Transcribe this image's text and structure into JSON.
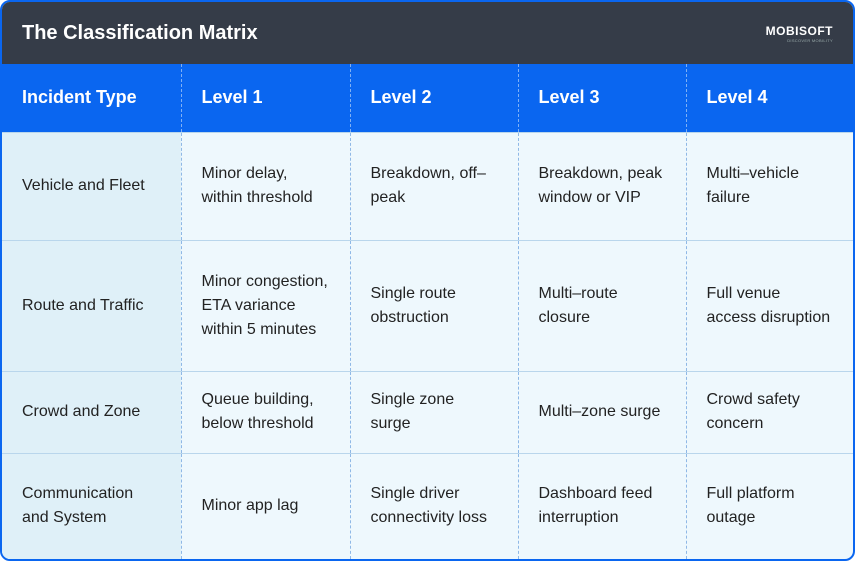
{
  "title": "The Classification Matrix",
  "logo": {
    "name": "MOBISOFT",
    "tagline": "DISCOVER MOBILITY"
  },
  "colors": {
    "header_dark": "#353c48",
    "accent": "#0a66f0",
    "first_col": "#dff0f8",
    "cell": "#eef8fd"
  },
  "headers": [
    "Incident Type",
    "Level 1",
    "Level 2",
    "Level 3",
    "Level 4"
  ],
  "rows": [
    {
      "type": "Vehicle and Fleet",
      "cells": [
        "Minor delay, within threshold",
        "Breakdown, off–peak",
        "Breakdown, peak window or VIP",
        "Multi–vehicle failure"
      ]
    },
    {
      "type": "Route and Traffic",
      "cells": [
        "Minor congestion, ETA variance within 5 minutes",
        "Single route obstruction",
        "Multi–route closure",
        "Full venue access disruption"
      ]
    },
    {
      "type": "Crowd and Zone",
      "cells": [
        "Queue building, below threshold",
        "Single zone surge",
        "Multi–zone surge",
        "Crowd safety concern"
      ]
    },
    {
      "type": "Communication and System",
      "cells": [
        "Minor app lag",
        "Single driver connectivity loss",
        "Dashboard feed interruption",
        "Full platform outage"
      ]
    }
  ]
}
